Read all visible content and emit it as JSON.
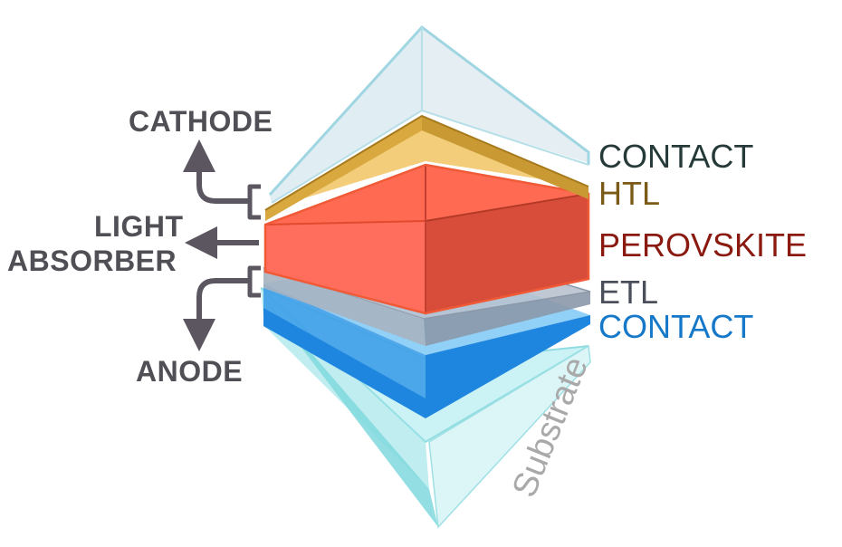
{
  "labels": {
    "cathode": "CATHODE",
    "light": "LIGHT",
    "absorber": "ABSORBER",
    "anode": "ANODE",
    "contact_top": "CONTACT",
    "htl": "HTL",
    "perovskite": "PEROVSKITE",
    "etl": "ETL",
    "contact_bottom": "CONTACT",
    "substrate": "Substrate"
  },
  "colors": {
    "contact_top": "#263a3a",
    "htl": "#7a5a16",
    "perovskite": "#8a1a10",
    "etl": "#4a4f5a",
    "contact_bottom": "#1578c8",
    "arrow": "#5b5660",
    "left_text": "#4f4f55",
    "substrate_text": "#a9a9a9"
  },
  "icons": [
    "arrow-up-icon",
    "arrow-left-icon",
    "arrow-down-icon",
    "bracket-icon"
  ]
}
